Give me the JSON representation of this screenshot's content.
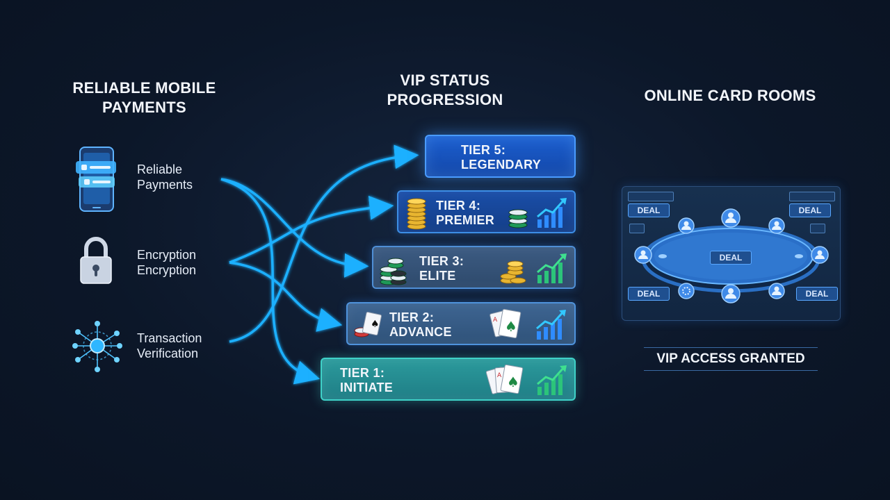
{
  "left": {
    "title": "RELIABLE MOBILE PAYMENTS",
    "items": [
      {
        "label_line1": "Reliable",
        "label_line2": "Payments",
        "icon": "mobile-payment-icon"
      },
      {
        "label_line1": "Encryption",
        "label_line2": "Encryption",
        "icon": "padlock-icon"
      },
      {
        "label_line1": "Transaction",
        "label_line2": "Verification",
        "icon": "network-node-icon"
      }
    ]
  },
  "center": {
    "title": "VIP STATUS PROGRESSION",
    "tiers": [
      {
        "line1": "TIER 5:",
        "line2": "LEGENDARY"
      },
      {
        "line1": "TIER 4:",
        "line2": "PREMIER"
      },
      {
        "line1": "TIER 3:",
        "line2": "ELITE"
      },
      {
        "line1": "TIER 2:",
        "line2": "ADVANCE"
      },
      {
        "line1": "TIER 1:",
        "line2": "INITIATE"
      }
    ]
  },
  "right": {
    "title": "ONLINE CARD ROOMS",
    "deal_labels": [
      "DEAL",
      "DEAL",
      "DEAL",
      "DEAL",
      "DEAL"
    ],
    "status": "VIP ACCESS GRANTED"
  },
  "colors": {
    "arrow": "#1fb0ff",
    "accent": "#2e8cff",
    "tier1": "#2b9a9c",
    "tier5": "#1c5fd0"
  }
}
